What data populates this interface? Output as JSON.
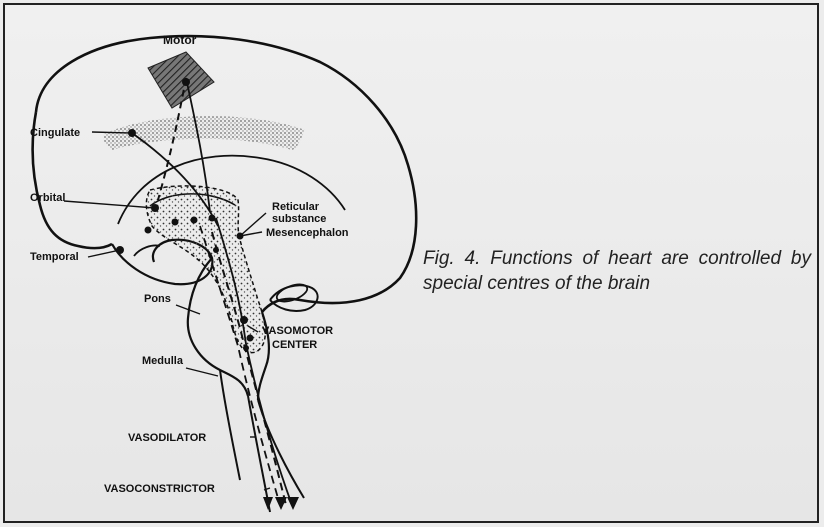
{
  "labels": {
    "motor": "Motor",
    "cingulate": "Cingulate",
    "orbital": "Orbital",
    "temporal": "Temporal",
    "reticular": "Reticular",
    "substance": "substance",
    "mesencephalon": "Mesencephalon",
    "pons": "Pons",
    "medulla": "Medulla",
    "vasomotor": "VASOMOTOR",
    "center": "CENTER",
    "vasodilator": "VASODILATOR",
    "vasoconstrictor": "VASOCONSTRICTOR"
  },
  "caption": "Fig. 4. Functions of heart are controlled by special centres of the brain"
}
